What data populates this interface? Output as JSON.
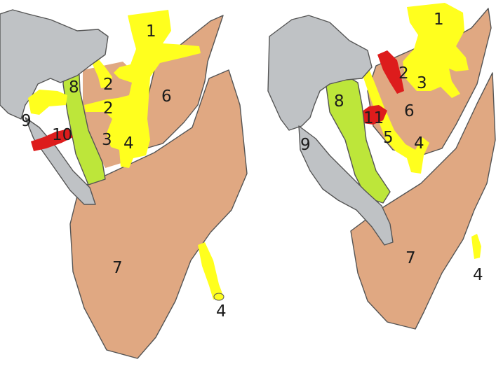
{
  "colors": {
    "muscle": "#e0a882",
    "nerve": "#ffff1e",
    "bone": "#bfc2c5",
    "ligament": "#bde63a",
    "vessel": "#dd1c1c",
    "outline": "#555555"
  },
  "left_panel": {
    "labels": {
      "l1": "1",
      "l2a": "2",
      "l2b": "2",
      "l3": "3",
      "l4a": "4",
      "l4b": "4",
      "l6": "6",
      "l7": "7",
      "l8": "8",
      "l9": "9",
      "l10": "10"
    }
  },
  "right_panel": {
    "labels": {
      "l1": "1",
      "l2": "2",
      "l3": "3",
      "l4a": "4",
      "l4b": "4",
      "l5": "5",
      "l6": "6",
      "l7": "7",
      "l8": "8",
      "l9": "9",
      "l11": "11"
    }
  }
}
